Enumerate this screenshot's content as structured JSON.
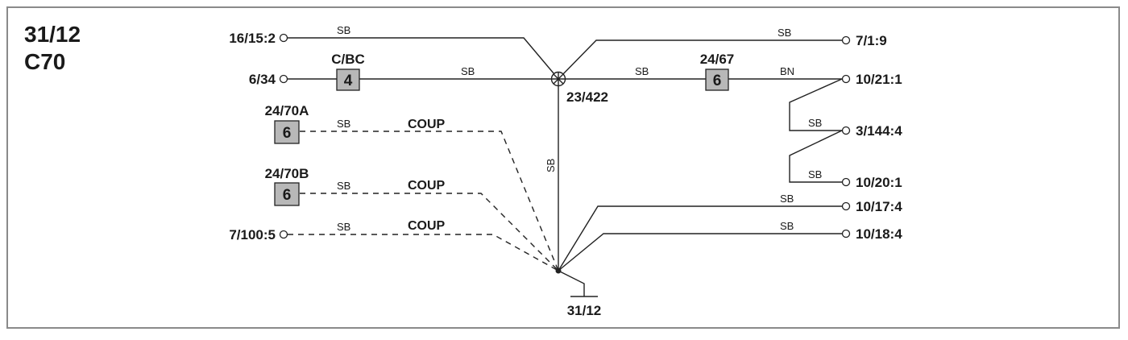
{
  "title": {
    "line1": "31/12",
    "line2": "C70"
  },
  "connectors": {
    "c_16_15_2": "16/15:2",
    "c_6_34": "6/34",
    "c_7_100_5": "7/100:5",
    "c_7_1_9": "7/1:9",
    "c_10_21_1": "10/21:1",
    "c_3_144_4": "3/144:4",
    "c_10_20_1": "10/20:1",
    "c_10_17_4": "10/17:4",
    "c_10_18_4": "10/18:4"
  },
  "components": {
    "cbc": {
      "label": "C/BC",
      "number": "4"
    },
    "c24_67": {
      "label": "24/67",
      "number": "6"
    },
    "c24_70a": {
      "label": "24/70A",
      "number": "6"
    },
    "c24_70b": {
      "label": "24/70B",
      "number": "6"
    }
  },
  "junction": {
    "label": "23/422"
  },
  "ground": {
    "label": "31/12"
  },
  "wire_colors": {
    "w_16_15_2": "SB",
    "w_7_1_9": "SB",
    "w_cbc_junction": "SB",
    "w_junction_24_67": "SB",
    "w_24_67_10_21_1": "BN",
    "w_3_144_4": "SB",
    "w_10_20_1": "SB",
    "w_24_70a": "SB",
    "w_24_70b": "SB",
    "w_7_100_5": "SB",
    "w_vertical_ground": "SB",
    "w_10_17_4": "SB",
    "w_10_18_4": "SB"
  },
  "coupling": {
    "coup_a": "COUP",
    "coup_b": "COUP",
    "coup_c": "COUP"
  },
  "colors": {
    "line": "#222222",
    "component_fill": "#b8b8b8",
    "frame": "#8a8a8a"
  }
}
